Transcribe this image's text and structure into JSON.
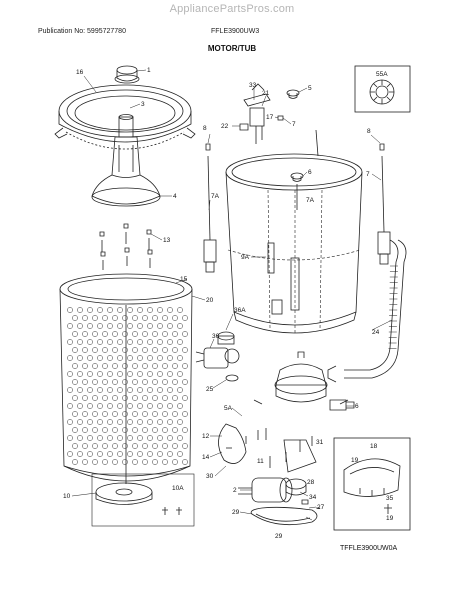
{
  "watermark": "AppliancePartsPros.com",
  "header": {
    "publication": "Publication No: 5995727780",
    "model": "FFLE3900UW3",
    "section_title": "MOTOR/TUB"
  },
  "callouts": [
    "1",
    "3",
    "16",
    "4",
    "8",
    "13",
    "15",
    "20",
    "33",
    "21",
    "22",
    "17",
    "5",
    "7",
    "6",
    "7A",
    "9A",
    "8",
    "7",
    "7A",
    "55A",
    "36A",
    "36",
    "25",
    "24",
    "6",
    "5A",
    "12",
    "14",
    "30",
    "11",
    "31",
    "2",
    "29",
    "28",
    "34",
    "27",
    "29",
    "10",
    "10A",
    "18",
    "19",
    "35",
    "19"
  ],
  "inset_caption": "TFFLE3900UW0A"
}
